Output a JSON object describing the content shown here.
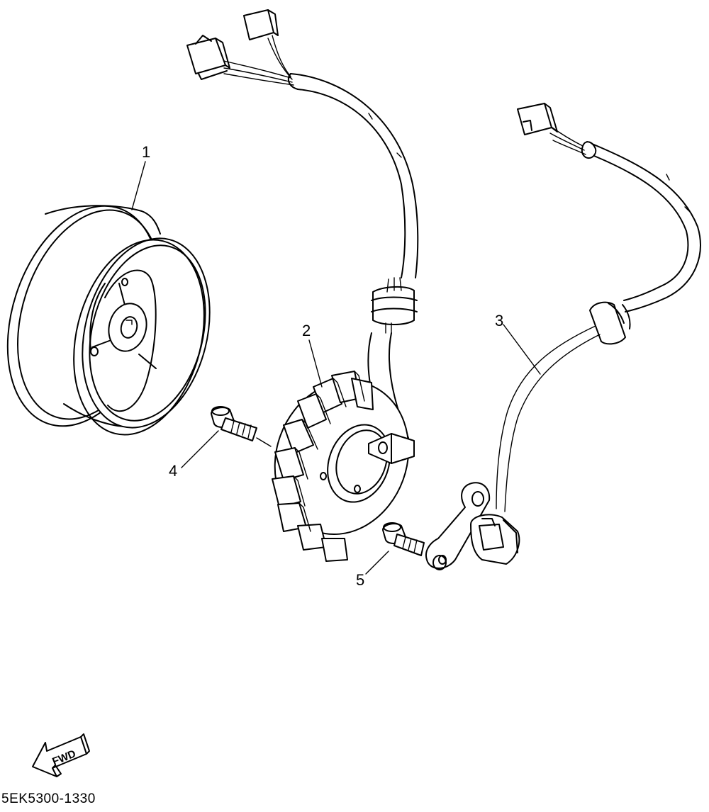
{
  "callouts": {
    "flywheel": "1",
    "stator": "2",
    "pickup_coil": "3",
    "bolt_stator": "4",
    "bolt_pickup": "5"
  },
  "fwd_label": "FWD",
  "reference_code": "5EK5300-1330"
}
